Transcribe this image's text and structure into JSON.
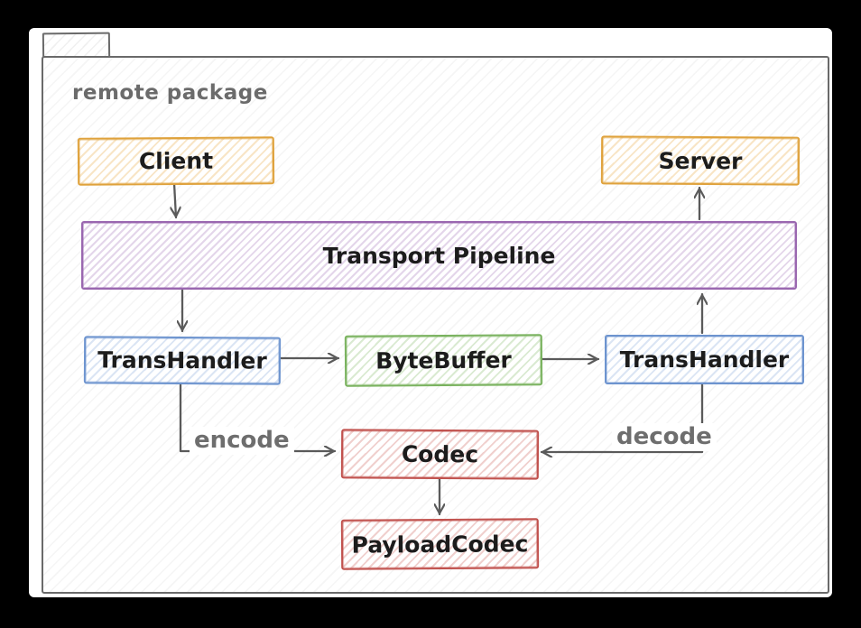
{
  "package": {
    "label": "remote package"
  },
  "nodes": {
    "client": {
      "label": "Client",
      "color": "#dfa23c"
    },
    "server": {
      "label": "Server",
      "color": "#dfa23c"
    },
    "transport_pipeline": {
      "label": "Transport Pipeline",
      "color": "#9a67b0"
    },
    "transhandler_left": {
      "label": "TransHandler",
      "color": "#6d94cf"
    },
    "bytebuffer": {
      "label": "ByteBuffer",
      "color": "#79b25e"
    },
    "transhandler_right": {
      "label": "TransHandler",
      "color": "#6d94cf"
    },
    "codec": {
      "label": "Codec",
      "color": "#c1514d"
    },
    "payload_codec": {
      "label": "PayloadCodec",
      "color": "#c1514d"
    }
  },
  "edges": [
    {
      "from": "client",
      "to": "transport_pipeline",
      "label": ""
    },
    {
      "from": "transport_pipeline",
      "to": "transhandler_left",
      "label": ""
    },
    {
      "from": "transhandler_left",
      "to": "bytebuffer",
      "label": ""
    },
    {
      "from": "bytebuffer",
      "to": "transhandler_right",
      "label": ""
    },
    {
      "from": "transhandler_right",
      "to": "transport_pipeline",
      "label": ""
    },
    {
      "from": "transport_pipeline",
      "to": "server",
      "label": ""
    },
    {
      "from": "transhandler_left",
      "to": "codec",
      "label": "encode"
    },
    {
      "from": "transhandler_right",
      "to": "codec",
      "label": "decode"
    },
    {
      "from": "codec",
      "to": "payload_codec",
      "label": ""
    }
  ],
  "colors": {
    "frame": "#000000",
    "canvas": "#ffffff",
    "package_border": "#6a6a6a",
    "arrow": "#5a5a5a",
    "gray_text": "#6b6b6b",
    "node_text": "#1c1c1c"
  }
}
